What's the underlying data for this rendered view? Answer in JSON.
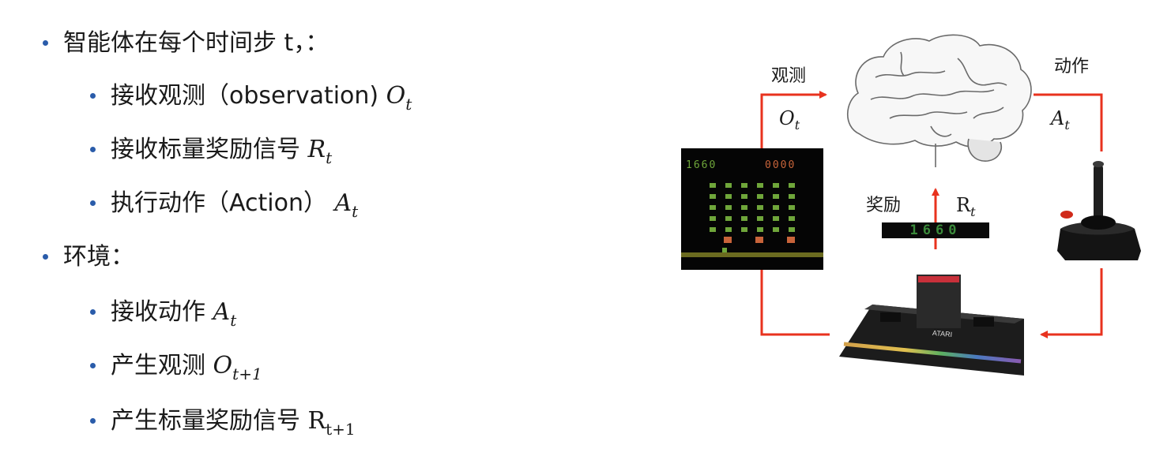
{
  "agent": {
    "heading": "智能体在每个时间步 t，：",
    "items": [
      {
        "text": "接收观测（observation) ",
        "symbol": "O",
        "subscript": "t"
      },
      {
        "text": "接收标量奖励信号 ",
        "symbol": "R",
        "subscript": "t"
      },
      {
        "text": "执行动作（Action） ",
        "symbol": "A",
        "subscript": "t"
      }
    ]
  },
  "environment": {
    "heading": "环境：",
    "items": [
      {
        "text": "接收动作 ",
        "symbol": "A",
        "subscript": "t"
      },
      {
        "text": "产生观测 ",
        "symbol": "O",
        "subscript": "t+1"
      },
      {
        "text": "产生标量奖励信号 ",
        "symbol": "R",
        "subscript": "t+1"
      }
    ]
  },
  "diagram": {
    "observation_label": "观测",
    "observation_symbol": "O",
    "observation_sub": "t",
    "action_label": "动作",
    "action_symbol": "A",
    "action_sub": "t",
    "reward_label": "奖励",
    "reward_symbol": "R",
    "reward_sub": "t",
    "game_score_left": "1660",
    "game_score_right": "0000",
    "reward_display": "1660",
    "console_brand": "ATARI",
    "arrow_color": "#e8321e"
  }
}
